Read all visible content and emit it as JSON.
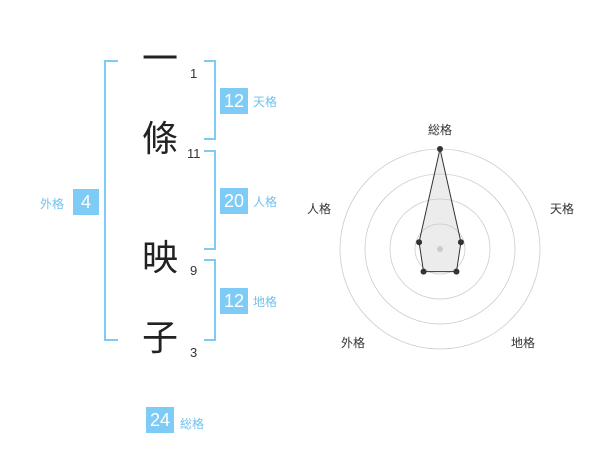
{
  "colors": {
    "accent": "#7ecbf5",
    "label": "#6fc2ef",
    "text": "#222222",
    "grid": "#cccccc"
  },
  "characters": [
    {
      "char": "一",
      "strokes": "1"
    },
    {
      "char": "條",
      "strokes": "11"
    },
    {
      "char": "映",
      "strokes": "9"
    },
    {
      "char": "子",
      "strokes": "3"
    }
  ],
  "fortune": {
    "tenkaku": {
      "value": "12",
      "label": "天格"
    },
    "jinkaku": {
      "value": "20",
      "label": "人格"
    },
    "chikaku": {
      "value": "12",
      "label": "地格"
    },
    "gaikaku": {
      "value": "4",
      "label": "外格"
    },
    "soukaku": {
      "value": "24",
      "label": "総格"
    }
  },
  "radar": {
    "axes": [
      "総格",
      "天格",
      "地格",
      "外格",
      "人格"
    ],
    "values": [
      1.0,
      0.22,
      0.28,
      0.28,
      0.22
    ],
    "rings": 4
  }
}
